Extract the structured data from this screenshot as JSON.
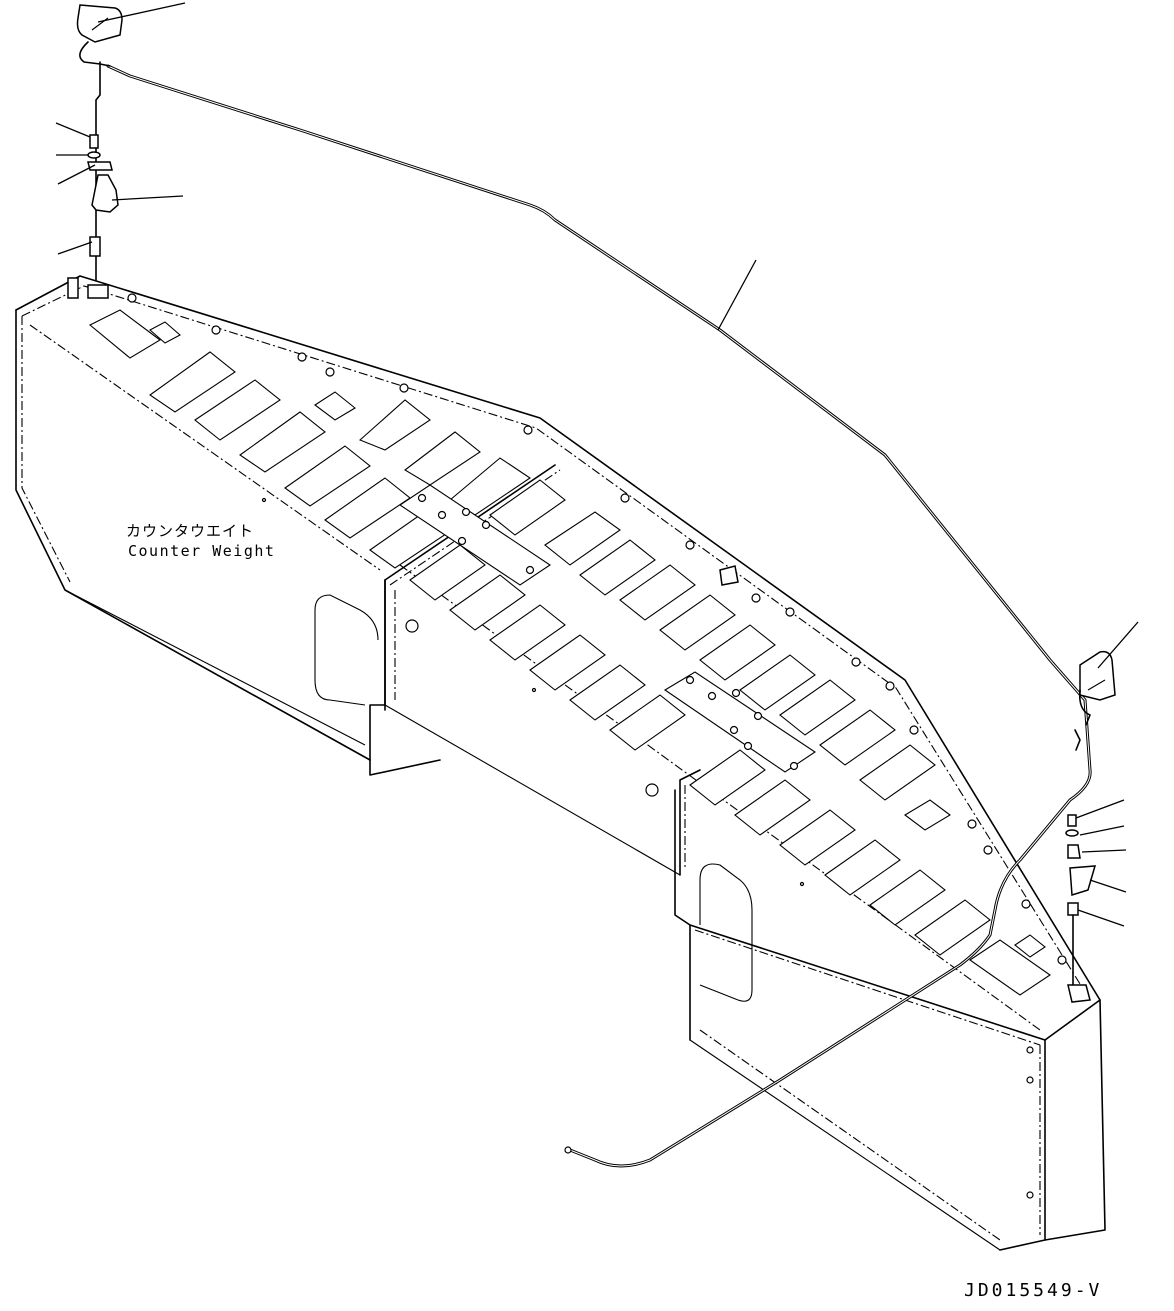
{
  "labels": {
    "part_name_jp": "カウンタウエイト",
    "part_name_en": "Counter Weight",
    "drawing_number": "JD015549-V"
  },
  "colors": {
    "ink": "#000000",
    "paper": "#ffffff"
  }
}
